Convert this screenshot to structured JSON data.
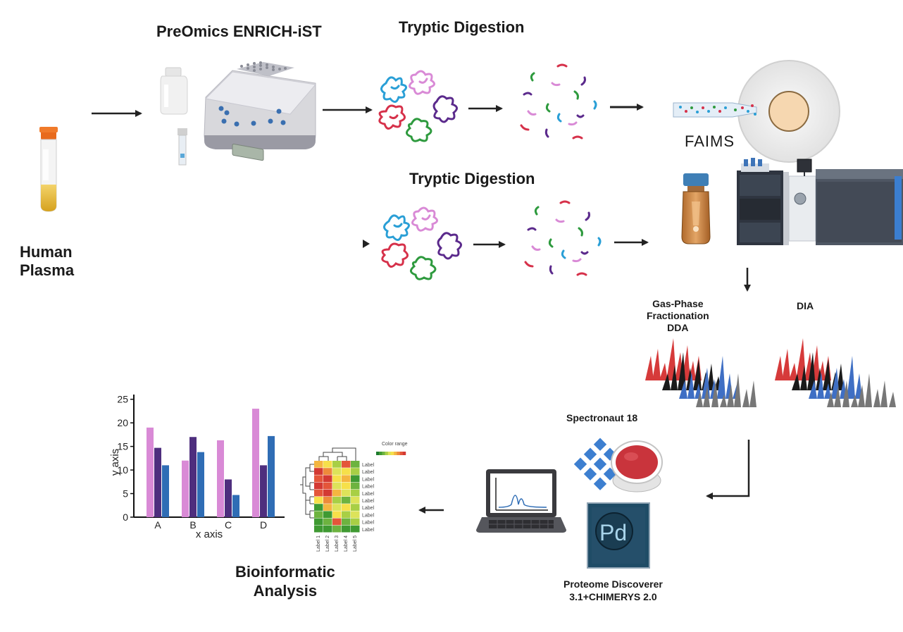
{
  "labels": {
    "preomics": "PreOmics ENRICH-iST",
    "tryptic_top": "Tryptic Digestion",
    "tryptic_mid": "Tryptic Digestion",
    "human_plasma_line1": "Human",
    "human_plasma_line2": "Plasma",
    "faims": "FAIMS",
    "gpf_line1": "Gas-Phase",
    "gpf_line2": "Fractionation",
    "gpf_line3": "DDA",
    "dia": "DIA",
    "spectronaut": "Spectronaut 18",
    "pd_line1": "Proteome Discoverer",
    "pd_line2": "3.1+CHIMERYS 2.0",
    "bioinf_line1": "Bioinformatic",
    "bioinf_line2": "Analysis",
    "pd_logo": "Pd"
  },
  "colors": {
    "arrow": "#222222",
    "peak_red": "#d63a3a",
    "peak_black": "#1a1a1a",
    "peak_blue": "#3f6fc4",
    "peak_gray": "#777777",
    "protein_blue": "#2a9fd6",
    "protein_pink": "#d98ad6",
    "protein_red": "#d6314a",
    "protein_purple": "#5b2a8c",
    "protein_green": "#2e9a3e",
    "spectronaut_blue": "#3d7fd0",
    "pd_bg": "#1f4c66"
  },
  "chart_data": {
    "type": "bar",
    "categories": [
      "A",
      "B",
      "C",
      "D"
    ],
    "series": [
      {
        "values": [
          19,
          12,
          16.3,
          23
        ],
        "color": "#d98ad6"
      },
      {
        "values": [
          14.7,
          17,
          8,
          11
        ],
        "color": "#4e2e7e"
      },
      {
        "values": [
          11,
          13.8,
          4.7,
          17.2
        ],
        "color": "#2f6db5"
      }
    ],
    "yticks": [
      0,
      5,
      10,
      15,
      20,
      25
    ],
    "ylim": [
      0,
      26
    ],
    "xlabel": "x axis",
    "ylabel": "y axis"
  },
  "heatmap": {
    "legend_title": "Color range",
    "row_label": "Label",
    "col_labels": [
      "Label 1",
      "Label 2",
      "Label 3",
      "Label 4",
      "Label 5"
    ],
    "rows": [
      [
        6,
        5,
        3,
        8,
        2
      ],
      [
        9,
        7,
        4,
        5,
        3
      ],
      [
        8,
        9,
        5,
        6,
        1
      ],
      [
        9,
        8,
        4,
        5,
        2
      ],
      [
        8,
        9,
        6,
        4,
        3
      ],
      [
        5,
        7,
        3,
        2,
        4
      ],
      [
        1,
        6,
        4,
        5,
        3
      ],
      [
        2,
        1,
        5,
        3,
        4
      ],
      [
        1,
        2,
        8,
        2,
        3
      ],
      [
        1,
        1,
        2,
        1,
        1
      ]
    ]
  }
}
